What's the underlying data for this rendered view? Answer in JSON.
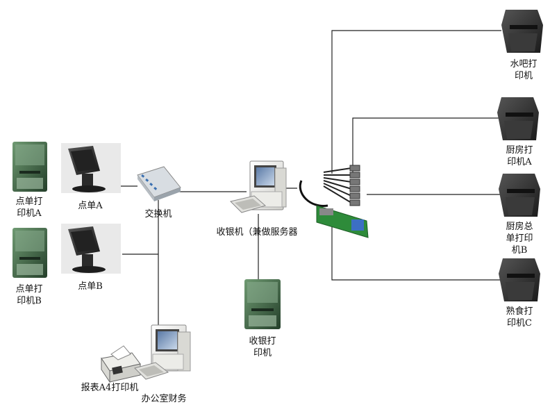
{
  "devices": {
    "printer_a": "点单打\n印机A",
    "order_a": "点单A",
    "printer_b": "点单打\n印机B",
    "order_b": "点单B",
    "switch": "交换机",
    "cashier": "收银机（兼做服务器",
    "cashier_printer": "收银打\n印机",
    "report_printer": "报表A4打印机",
    "office": "办公室财务",
    "bar_printer": "水吧打\n印机",
    "kitchen_a": "厨房打\n印机A",
    "kitchen_total": "厨房总\n单打印\n机B",
    "deli_c": "熟食打\n印机C"
  },
  "colors": {
    "line": "#222222",
    "printer_green": "#3d6b45",
    "printer_dark": "#2b2b2b",
    "terminal_dark": "#333333",
    "pc_beige": "#eeeeea",
    "card_green": "#2e8b3a"
  }
}
